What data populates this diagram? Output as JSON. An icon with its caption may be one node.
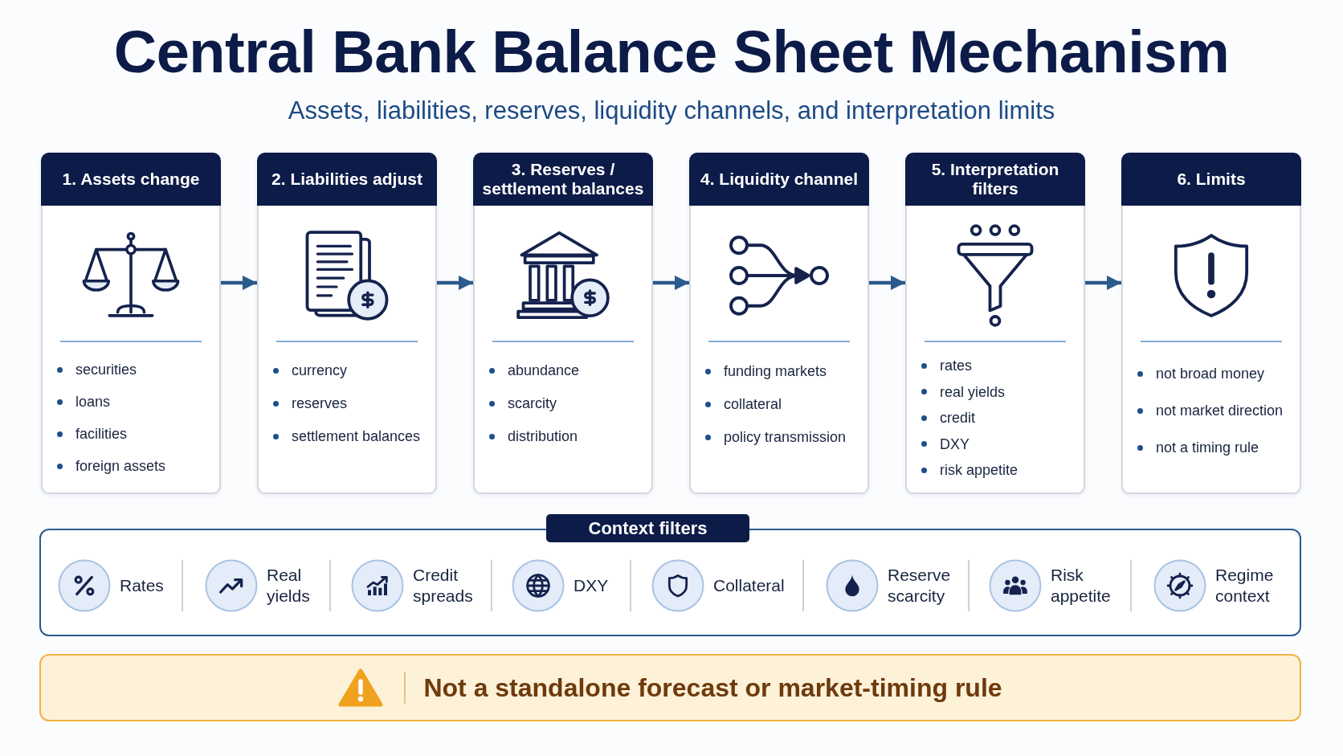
{
  "diagram": {
    "title": "Central Bank Balance Sheet Mechanism",
    "nodes": [
      {
        "text": [
          "1. Assets change",
          "securities",
          "loans",
          "facilities",
          "foreign assets"
        ]
      },
      {
        "text": [
          "2. Liabilities adjust",
          "currency",
          "reserves",
          "settlement balances"
        ]
      },
      {
        "text": [
          "3. Reserves / settlement balances",
          "abundance",
          "scarcity",
          "distribution"
        ]
      },
      {
        "text": [
          "4. Liquidity channel",
          "funding markets",
          "collateral",
          "policy transmission"
        ]
      },
      {
        "text": [
          "5. Interpretation filters",
          "rates",
          "real yields",
          "credit",
          "DXY",
          "risk appetite"
        ]
      },
      {
        "text": [
          "6. Limits",
          "not broad money",
          "not market direction",
          "not a timing rule"
        ]
      },
      {
        "text": [
          "Context filters"
        ]
      },
      {
        "text": [
          "Not a standalone forecast or market-timing rule"
        ]
      }
    ],
    "edges": [
      {
        "from": 0,
        "to": 1,
        "arrow": "to"
      },
      {
        "from": 1,
        "to": 2,
        "arrow": "to"
      },
      {
        "from": 2,
        "to": 3,
        "arrow": "to"
      },
      {
        "from": 3,
        "to": 4,
        "arrow": "to"
      },
      {
        "from": 4,
        "to": 5,
        "arrow": "to"
      }
    ],
    "labels": [
      "Assets, liabilities, reserves, liquidity channels, and interpretation limits",
      "Rates",
      "Real yields",
      "Credit spreads",
      "DXY",
      "Collateral",
      "Reserve scarcity",
      "Risk appetite",
      "Regime context"
    ]
  }
}
